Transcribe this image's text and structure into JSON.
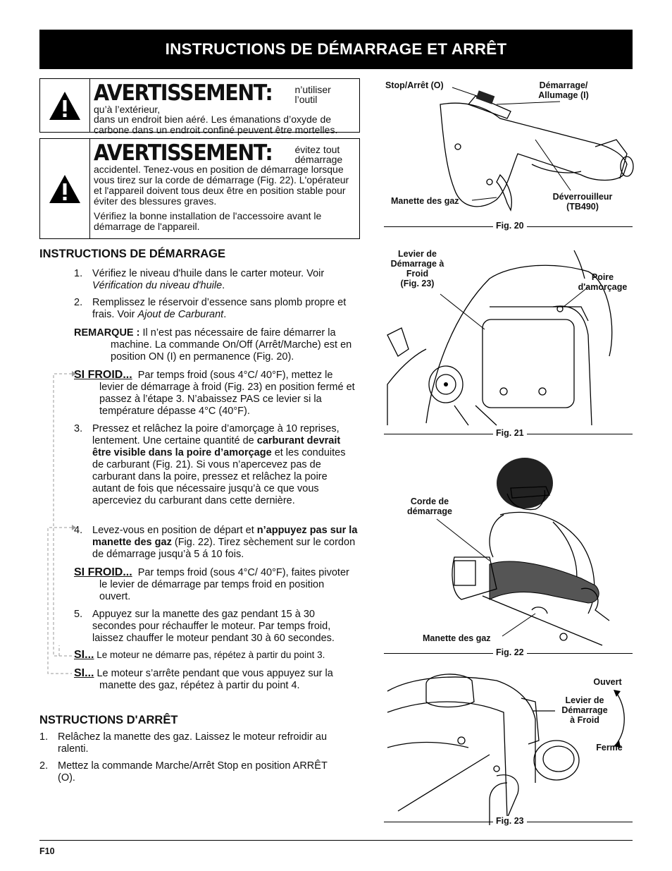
{
  "header": {
    "title": "INSTRUCTIONS DE DÉMARRAGE ET ARRÊT"
  },
  "warning1": {
    "label": "AVERTISSEMENT:",
    "line_a": "n’utiliser l’outil",
    "line_b": "qu’à l’extérieur,",
    "text": "dans un endroit bien aéré. Les émanations d’oxyde de carbone dans un endroit confiné peuvent être mortelles."
  },
  "warning2": {
    "label": "AVERTISSEMENT:",
    "line_a": "évitez tout",
    "line_b": "démarrage",
    "text": "accidentel. Tenez-vous en position de démarrage lorsque vous tirez sur la corde de démarrage (Fig. 22). L'opérateur et l'appareil doivent tous deux être en position stable pour éviter des blessures graves.",
    "text2": "Vérifiez la bonne installation de l'accessoire avant le démarrage de l'appareil."
  },
  "start": {
    "heading": "INSTRUCTIONS DE DÉMARRAGE",
    "s1_num": "1.",
    "s1_text": "Vérifiez le niveau d'huile dans le carter moteur. Voir",
    "s1_ital": "Vérification du niveau d'huile",
    "s1_end": ".",
    "s2_num": "2.",
    "s2_text": "Remplissez le réservoir d’essence sans plomb propre et frais. Voir",
    "s2_ital": "Ajout de Carburant",
    "s2_end": ".",
    "remarque_label": "REMARQUE :",
    "remarque_text": "Il n’est pas nécessaire de faire démarrer la machine. La commande On/Off (Arrêt/Marche) est en position ON (I) en permanence (Fig. 20).",
    "sifroid1_label": "SI FROID...",
    "sifroid1_text": "Par temps froid (sous 4°C/ 40°F), mettez le levier de démarrage à froid (Fig. 23) en position fermé et passez à l’étape 3. N’abaissez PAS ce levier si la température dépasse 4°C (40°F).",
    "s3_num": "3.",
    "s3_text_a": "Pressez et relâchez la poire d’amorçage à 10 reprises, lentement. Une certaine quantité de",
    "s3_bold": "carburant devrait être visible dans la poire d’amorçage",
    "s3_text_b": "et les conduites de carburant (Fig. 21). Si vous n’apercevez pas de carburant dans la poire, pressez et relâchez la poire autant de fois que nécessaire jusqu’à ce que vous aperceviez du carburant dans cette dernière.",
    "s4_num": "4.",
    "s4_text_a": "Levez-vous en position de départ et",
    "s4_bold": "n’appuyez pas sur la manette des gaz",
    "s4_text_b": "(Fig. 22). Tirez sèchement sur le cordon de démarrage jusqu’à 5 á 10 fois.",
    "sifroid2_label": "SI FROID...",
    "sifroid2_text": "Par temps froid (sous 4°C/ 40°F), faites pivoter le levier de démarrage par temps froid en position ouvert.",
    "s5_num": "5.",
    "s5_text": "Appuyez sur la manette des gaz pendant 15 à 30 secondes pour réchauffer le moteur. Par temps froid, laissez chauffer le moteur pendant 30 à 60 secondes.",
    "si1_label": "SI...",
    "si1_text": "Le moteur ne démarre pas, répétez à partir du point 3.",
    "si2_label": "SI...",
    "si2_text": "Le moteur s’arrête pendant que vous appuyez sur la manette des gaz, répétez à partir du point 4."
  },
  "stop": {
    "heading": "NSTRUCTIONS D'ARRÊT",
    "s1_num": "1.",
    "s1_text": "Relâchez la manette des gaz. Laissez le moteur refroidir au ralenti.",
    "s2_num": "2.",
    "s2_text": "Mettez la commande Marche/Arrêt Stop en position ARRÊT (O)."
  },
  "fig20": {
    "caption": "Fig. 20",
    "stop_label": "Stop/Arrêt (O)",
    "start_label_a": "Démarrage/",
    "start_label_b": "Allumage (I)",
    "throttle_label": "Manette des gaz",
    "unlock_label_a": "Déverrouilleur",
    "unlock_label_b": "(TB490)"
  },
  "fig21": {
    "caption": "Fig. 21",
    "choke_a": "Levier de",
    "choke_b": "Démarrage à",
    "choke_c": "Froid",
    "choke_d": "(Fig. 23)",
    "primer_a": "Poire",
    "primer_b": "d'amorçage"
  },
  "fig22": {
    "caption": "Fig. 22",
    "cord_a": "Corde de",
    "cord_b": "démarrage",
    "throttle_label": "Manette des gaz"
  },
  "fig23": {
    "caption": "Fig. 23",
    "open_label": "Ouvert",
    "choke_a": "Levier de",
    "choke_b": "Démarrage",
    "choke_c": "à Froid",
    "closed_label": "Ferme"
  },
  "footer": {
    "page": "F10"
  }
}
